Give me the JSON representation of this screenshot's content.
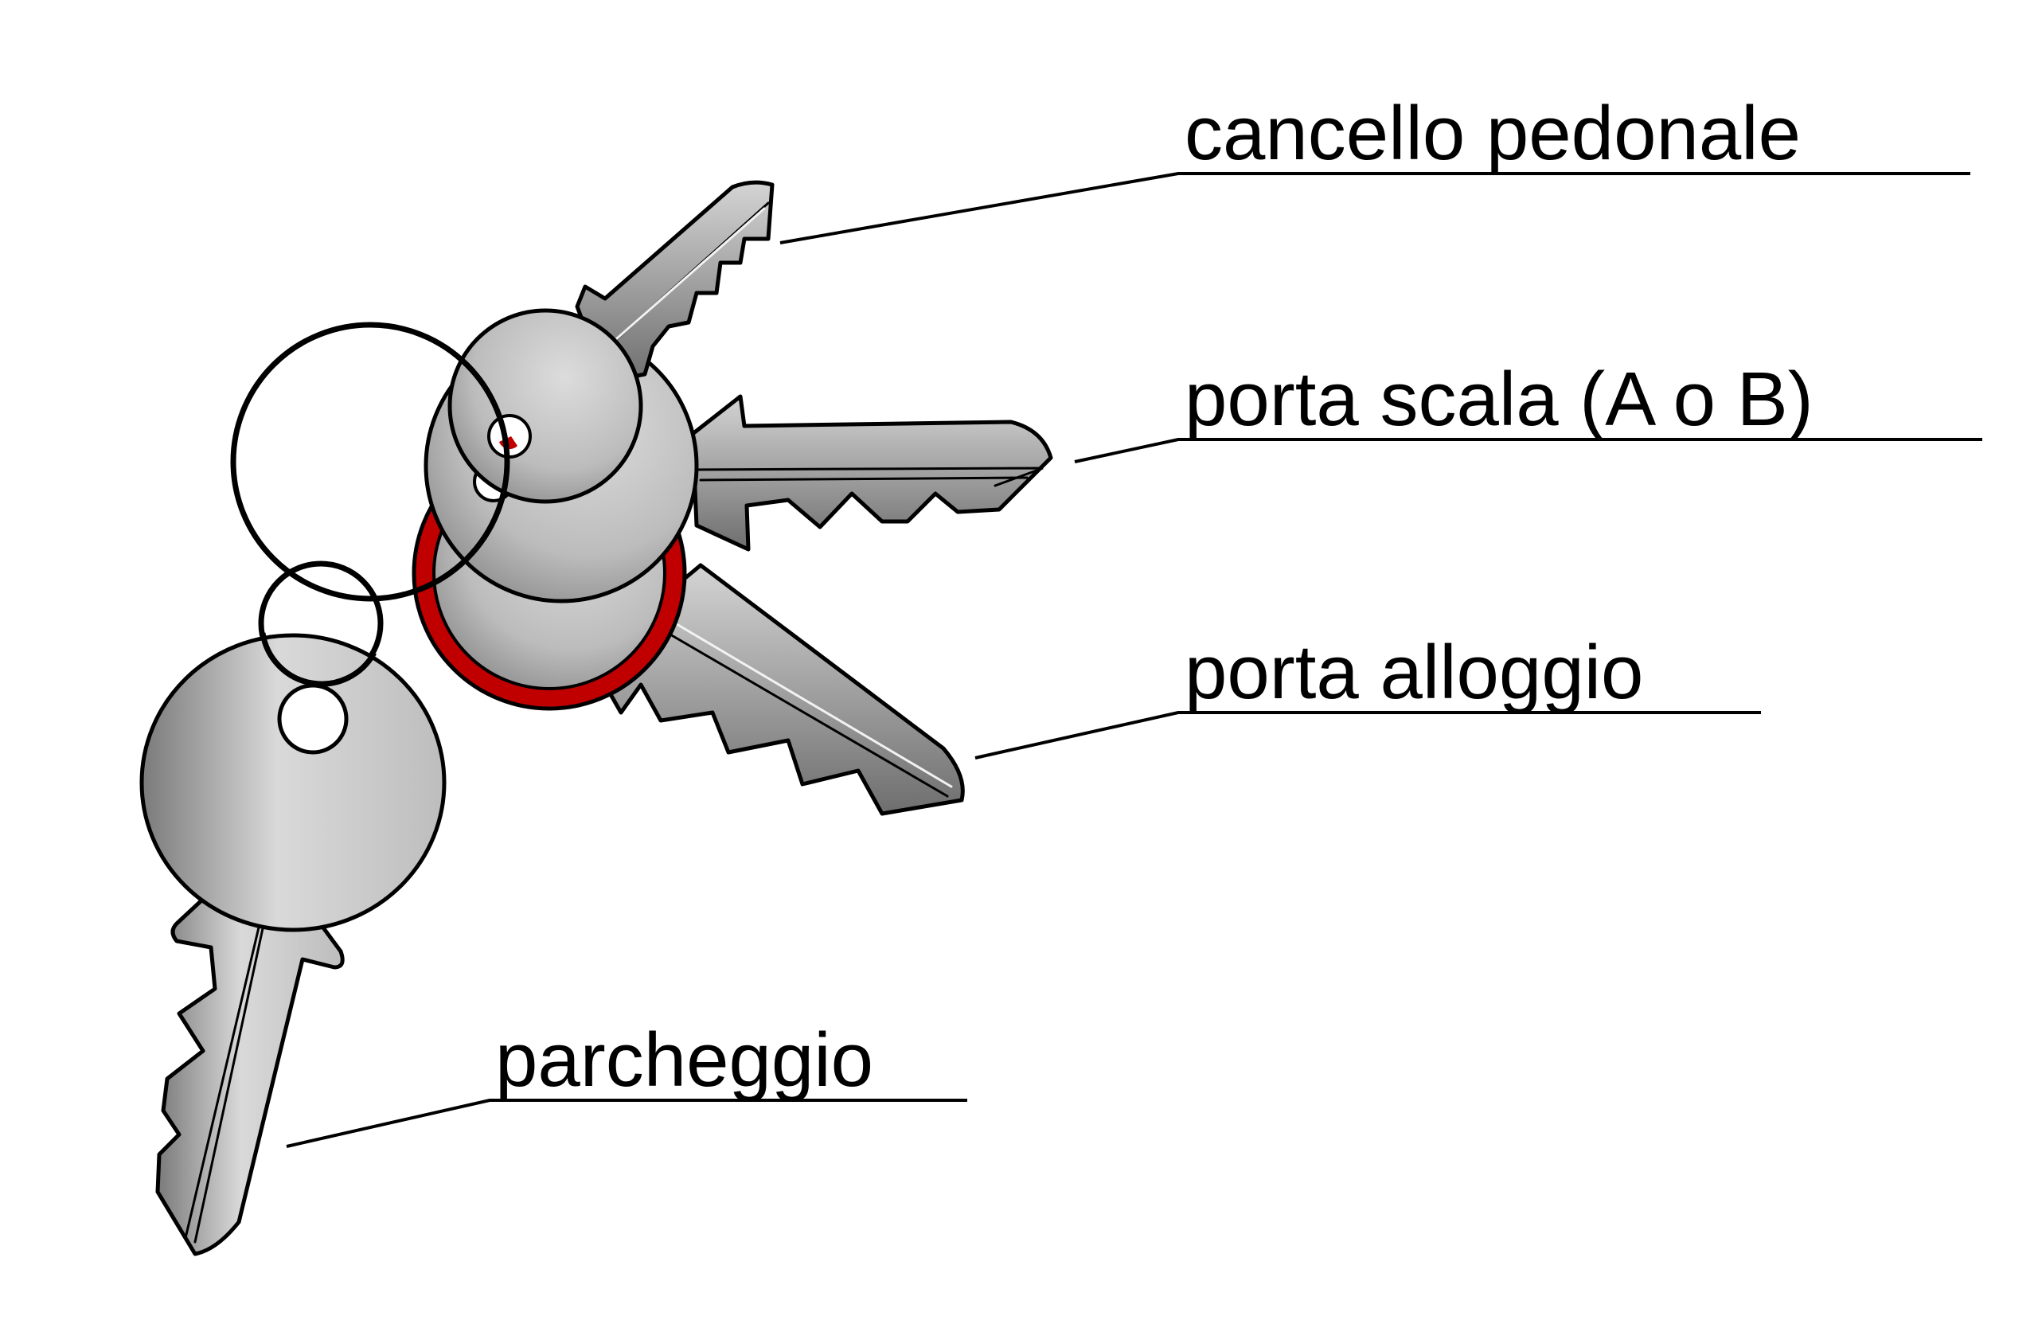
{
  "labels": {
    "cancello": "cancello pedonale",
    "scala": "porta scala (A o B)",
    "alloggio": "porta alloggio",
    "parcheggio": "parcheggio"
  },
  "colors": {
    "metal_dark": "#7a7a7a",
    "metal_light": "#d9d9d9",
    "outline": "#000000",
    "tag_ring": "#c00000",
    "background": "#ffffff"
  }
}
